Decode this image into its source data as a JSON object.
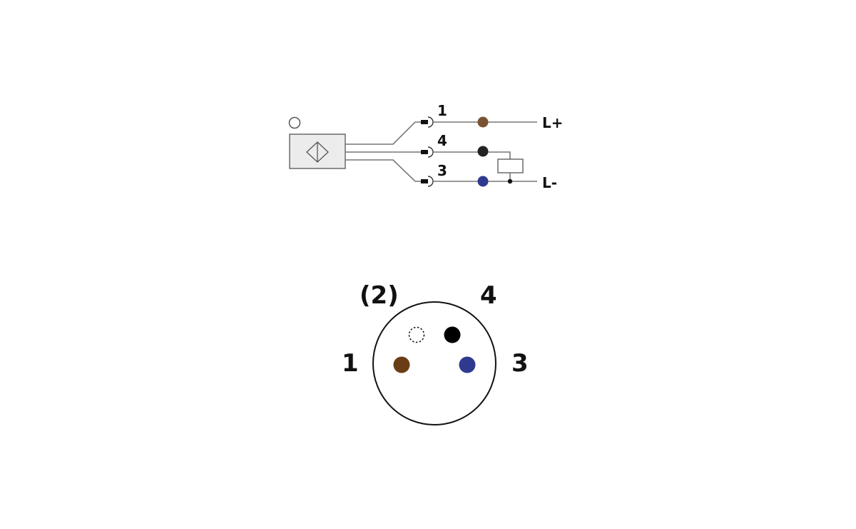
{
  "wiring": {
    "pins": [
      {
        "number": "1",
        "color": "#7a5230",
        "terminal": "L+"
      },
      {
        "number": "4",
        "color": "#222222",
        "terminal": ""
      },
      {
        "number": "3",
        "color": "#2f3a8f",
        "terminal": "L-"
      }
    ]
  },
  "connector_face": {
    "pins": [
      {
        "label": "(2)",
        "color": "none"
      },
      {
        "label": "4",
        "color": "#000000"
      },
      {
        "label": "1",
        "color": "#6b3d14"
      },
      {
        "label": "3",
        "color": "#2f3a8f"
      }
    ]
  }
}
